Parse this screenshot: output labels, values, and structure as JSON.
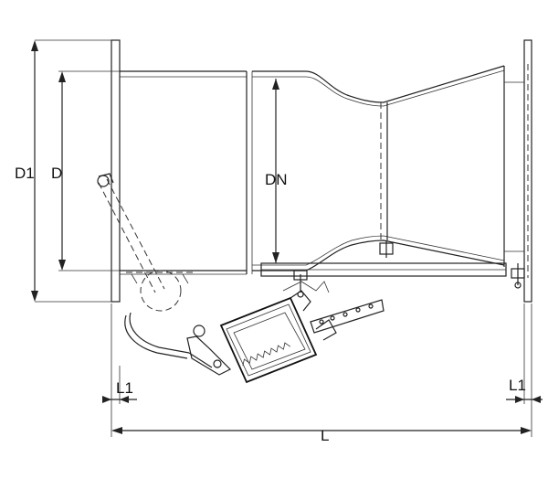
{
  "labels": {
    "d1": "D1",
    "d": "D",
    "dn": "DN",
    "l1_left": "L1",
    "l1_right": "L1",
    "l": "L"
  },
  "colors": {
    "line": "#222222",
    "background": "#ffffff"
  }
}
